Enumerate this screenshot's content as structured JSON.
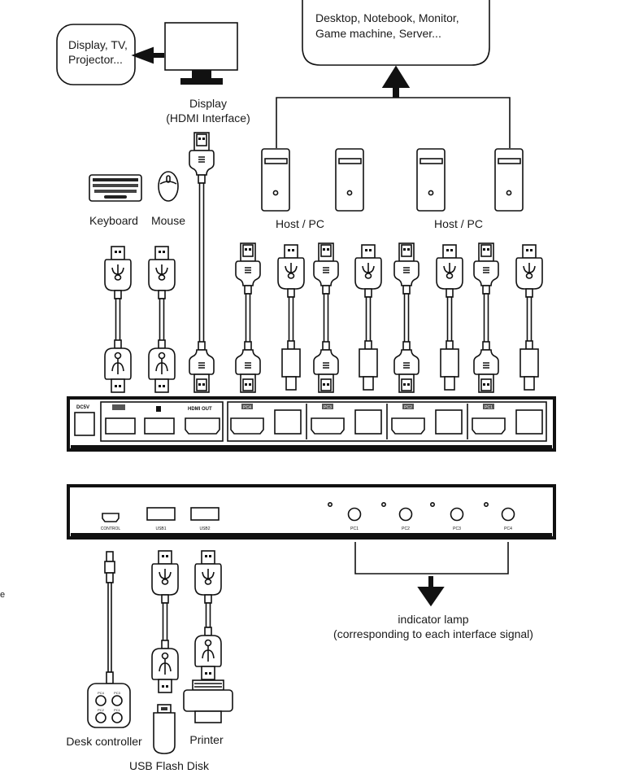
{
  "source_box": {
    "line1": "Desktop, Notebook, Monitor,",
    "line2": "Game machine, Server..."
  },
  "display_targets": {
    "line1": "Display, TV,",
    "line2": "Projector..."
  },
  "display_label": {
    "line1": "Display",
    "line2": "(HDMI Interface)"
  },
  "peripherals": {
    "keyboard": "Keyboard",
    "mouse": "Mouse"
  },
  "hosts": {
    "left_label": "Host / PC",
    "right_label": "Host / PC"
  },
  "rear_panel": {
    "dc_label": "DC5V",
    "hdmi_out_label": "HDMI OUT",
    "pc_groups": [
      "PC4",
      "PC3",
      "PC2",
      "PC1"
    ]
  },
  "front_panel": {
    "control_label": "CONTROL",
    "usb1_label": "USB1",
    "usb2_label": "USB2",
    "buttons": [
      "PC1",
      "PC2",
      "PC3",
      "PC4"
    ]
  },
  "indicator": {
    "line1": "indicator lamp",
    "line2": "(corresponding to each interface signal)"
  },
  "bottom_devices": {
    "desk_controller": "Desk controller",
    "desk_buttons": [
      "PC4",
      "PC3",
      "PC2",
      "PC1"
    ],
    "printer": "Printer",
    "usb_flash": "USB Flash Disk"
  },
  "edge_fragment": "e"
}
